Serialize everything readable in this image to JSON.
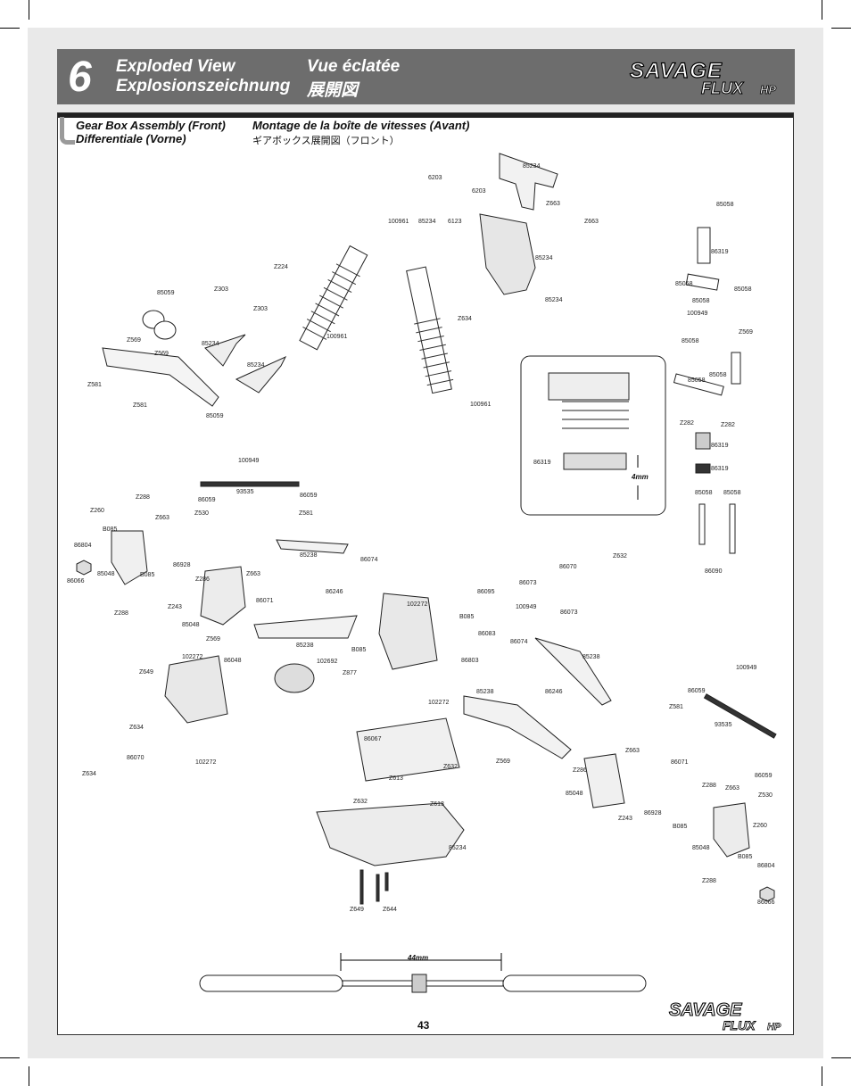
{
  "header": {
    "step": "6",
    "title_en": "Exploded View",
    "title_fr": "Vue éclatée",
    "title_de": "Explosionszeichnung",
    "title_jp": "展開図",
    "logo_text_1": "SAVAGE",
    "logo_text_2": "FLUX",
    "logo_text_3": "HP"
  },
  "section": {
    "title_en": "Gear Box Assembly (Front)",
    "title_fr": "Montage de la boîte de vitesses (Avant)",
    "title_de": "Differentiale (Vorne)",
    "title_jp": "ギアボックス展開図（フロント）"
  },
  "parts": [
    {
      "id": "p1",
      "text": "6203"
    },
    {
      "id": "p2",
      "text": "85234"
    },
    {
      "id": "p3",
      "text": "6203"
    },
    {
      "id": "p4",
      "text": "Z663"
    },
    {
      "id": "p5",
      "text": "Z663"
    },
    {
      "id": "p6",
      "text": "100961"
    },
    {
      "id": "p7",
      "text": "85234"
    },
    {
      "id": "p8",
      "text": "6123"
    },
    {
      "id": "p9",
      "text": "85234"
    },
    {
      "id": "p10",
      "text": "85058"
    },
    {
      "id": "p11",
      "text": "86319"
    },
    {
      "id": "p12",
      "text": "Z224"
    },
    {
      "id": "p13",
      "text": "Z303"
    },
    {
      "id": "p14",
      "text": "Z303"
    },
    {
      "id": "p15",
      "text": "85059"
    },
    {
      "id": "p16",
      "text": "Z634"
    },
    {
      "id": "p17",
      "text": "85234"
    },
    {
      "id": "p18",
      "text": "100961"
    },
    {
      "id": "p19",
      "text": "85058"
    },
    {
      "id": "p20",
      "text": "85058"
    },
    {
      "id": "p21",
      "text": "85058"
    },
    {
      "id": "p22",
      "text": "100949"
    },
    {
      "id": "p23",
      "text": "Z569"
    },
    {
      "id": "p24",
      "text": "Z569"
    },
    {
      "id": "p25",
      "text": "85234"
    },
    {
      "id": "p26",
      "text": "Z569"
    },
    {
      "id": "p27",
      "text": "85058"
    },
    {
      "id": "p28",
      "text": "85058"
    },
    {
      "id": "p29",
      "text": "85058"
    },
    {
      "id": "p30",
      "text": "85234"
    },
    {
      "id": "p31",
      "text": "Z581"
    },
    {
      "id": "p32",
      "text": "Z581"
    },
    {
      "id": "p33",
      "text": "100961"
    },
    {
      "id": "p34",
      "text": "85059"
    },
    {
      "id": "p35",
      "text": "Z282"
    },
    {
      "id": "p36",
      "text": "Z282"
    },
    {
      "id": "p37",
      "text": "86319"
    },
    {
      "id": "p38",
      "text": "86319"
    },
    {
      "id": "p39",
      "text": "86319"
    },
    {
      "id": "p40",
      "text": "100949"
    },
    {
      "id": "p41",
      "text": "93535"
    },
    {
      "id": "p42",
      "text": "86059"
    },
    {
      "id": "p43",
      "text": "86059"
    },
    {
      "id": "p44",
      "text": "Z288"
    },
    {
      "id": "p45",
      "text": "Z260"
    },
    {
      "id": "p46",
      "text": "Z663"
    },
    {
      "id": "p47",
      "text": "Z530"
    },
    {
      "id": "p48",
      "text": "Z581"
    },
    {
      "id": "p49",
      "text": "85058"
    },
    {
      "id": "p50",
      "text": "85058"
    },
    {
      "id": "p51",
      "text": "B085"
    },
    {
      "id": "p52",
      "text": "86804"
    },
    {
      "id": "p53",
      "text": "85238"
    },
    {
      "id": "p54",
      "text": "86074"
    },
    {
      "id": "p55",
      "text": "85048"
    },
    {
      "id": "p56",
      "text": "86066"
    },
    {
      "id": "p57",
      "text": "B085"
    },
    {
      "id": "p58",
      "text": "86928"
    },
    {
      "id": "p59",
      "text": "Z663"
    },
    {
      "id": "p60",
      "text": "86090"
    },
    {
      "id": "p61",
      "text": "Z632"
    },
    {
      "id": "p62",
      "text": "86070"
    },
    {
      "id": "p63",
      "text": "Z286"
    },
    {
      "id": "p64",
      "text": "86071"
    },
    {
      "id": "p65",
      "text": "86246"
    },
    {
      "id": "p66",
      "text": "86095"
    },
    {
      "id": "p67",
      "text": "86073"
    },
    {
      "id": "p68",
      "text": "Z288"
    },
    {
      "id": "p69",
      "text": "Z243"
    },
    {
      "id": "p70",
      "text": "102272"
    },
    {
      "id": "p71",
      "text": "B085"
    },
    {
      "id": "p72",
      "text": "100949"
    },
    {
      "id": "p73",
      "text": "86073"
    },
    {
      "id": "p74",
      "text": "85048"
    },
    {
      "id": "p75",
      "text": "86083"
    },
    {
      "id": "p76",
      "text": "Z569"
    },
    {
      "id": "p77",
      "text": "85238"
    },
    {
      "id": "p78",
      "text": "86074"
    },
    {
      "id": "p79",
      "text": "B085"
    },
    {
      "id": "p80",
      "text": "102272"
    },
    {
      "id": "p81",
      "text": "86048"
    },
    {
      "id": "p82",
      "text": "102692"
    },
    {
      "id": "p83",
      "text": "86803"
    },
    {
      "id": "p84",
      "text": "85238"
    },
    {
      "id": "p85",
      "text": "Z877"
    },
    {
      "id": "p86",
      "text": "100949"
    },
    {
      "id": "p87",
      "text": "Z649"
    },
    {
      "id": "p88",
      "text": "86059"
    },
    {
      "id": "p89",
      "text": "102272"
    },
    {
      "id": "p90",
      "text": "85238"
    },
    {
      "id": "p91",
      "text": "86246"
    },
    {
      "id": "p92",
      "text": "Z581"
    },
    {
      "id": "p93",
      "text": "Z634"
    },
    {
      "id": "p94",
      "text": "93535"
    },
    {
      "id": "p95",
      "text": "86067"
    },
    {
      "id": "p96",
      "text": "Z663"
    },
    {
      "id": "p97",
      "text": "86070"
    },
    {
      "id": "p98",
      "text": "Z569"
    },
    {
      "id": "p99",
      "text": "86071"
    },
    {
      "id": "p100",
      "text": "Z634"
    },
    {
      "id": "p101",
      "text": "102272"
    },
    {
      "id": "p102",
      "text": "Z632"
    },
    {
      "id": "p103",
      "text": "Z286"
    },
    {
      "id": "p104",
      "text": "Z613"
    },
    {
      "id": "p105",
      "text": "Z288"
    },
    {
      "id": "p106",
      "text": "Z663"
    },
    {
      "id": "p107",
      "text": "86059"
    },
    {
      "id": "p108",
      "text": "85048"
    },
    {
      "id": "p109",
      "text": "Z530"
    },
    {
      "id": "p110",
      "text": "Z632"
    },
    {
      "id": "p111",
      "text": "Z613"
    },
    {
      "id": "p112",
      "text": "Z243"
    },
    {
      "id": "p113",
      "text": "86928"
    },
    {
      "id": "p114",
      "text": "Z260"
    },
    {
      "id": "p115",
      "text": "B085"
    },
    {
      "id": "p116",
      "text": "85048"
    },
    {
      "id": "p117",
      "text": "B085"
    },
    {
      "id": "p118",
      "text": "86804"
    },
    {
      "id": "p119",
      "text": "85234"
    },
    {
      "id": "p120",
      "text": "Z288"
    },
    {
      "id": "p121",
      "text": "Z649"
    },
    {
      "id": "p122",
      "text": "Z644"
    },
    {
      "id": "p123",
      "text": "86066"
    }
  ],
  "inset": {
    "dimension": "4mm",
    "part": "86319"
  },
  "bottom_dimension": "44mm",
  "page_number": "43"
}
